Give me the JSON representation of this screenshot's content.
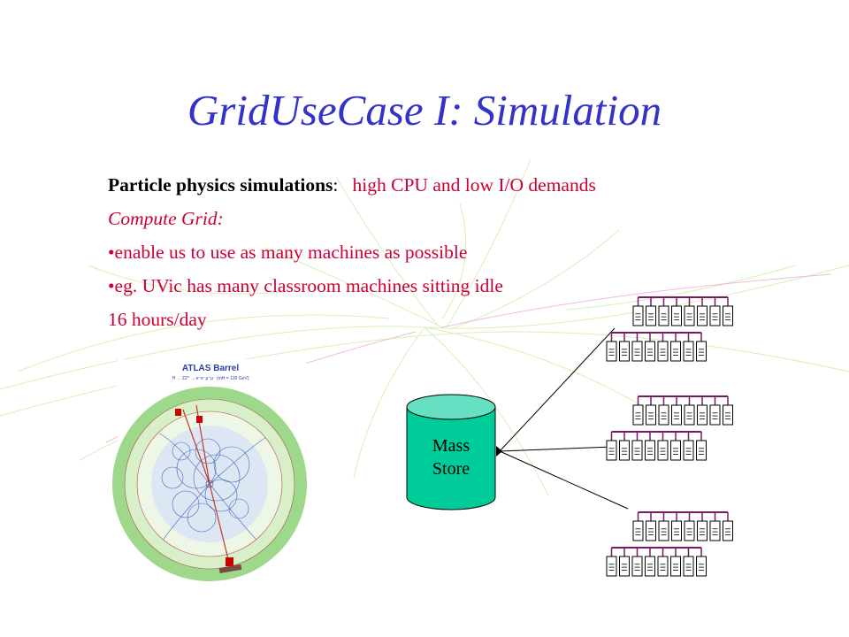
{
  "slide": {
    "title": "GridUseCase I: Simulation",
    "lines": [
      {
        "bold": "Particle physics simulations",
        "colon": ":",
        "rest": "   high CPU and low I/O demands"
      },
      {
        "text": "Compute Grid:"
      },
      {
        "text": "•enable us to use as many machines as possible"
      },
      {
        "text": "•eg. UVic has many classroom machines sitting idle"
      },
      {
        "text": "16 hours/day"
      }
    ]
  },
  "diagram": {
    "storage_label_line1": "Mass",
    "storage_label_line2": "Store",
    "detector_title": "ATLAS Barrel",
    "detector_subtitle": "H → ZZ* → e⁺e⁻μ⁺μ⁻ (mH = 130 GeV)",
    "machine_groups": 3,
    "racks_per_group": 2,
    "machines_per_rack": 8
  },
  "colors": {
    "title": "#3333cc",
    "text_red": "#cc0033",
    "cylinder_fill": "#00cc99",
    "cylinder_top": "#66e0c2",
    "rack_bar": "#7a1a66",
    "detector_outer": "#9ed88a",
    "detector_inner": "#d8f0c8"
  }
}
